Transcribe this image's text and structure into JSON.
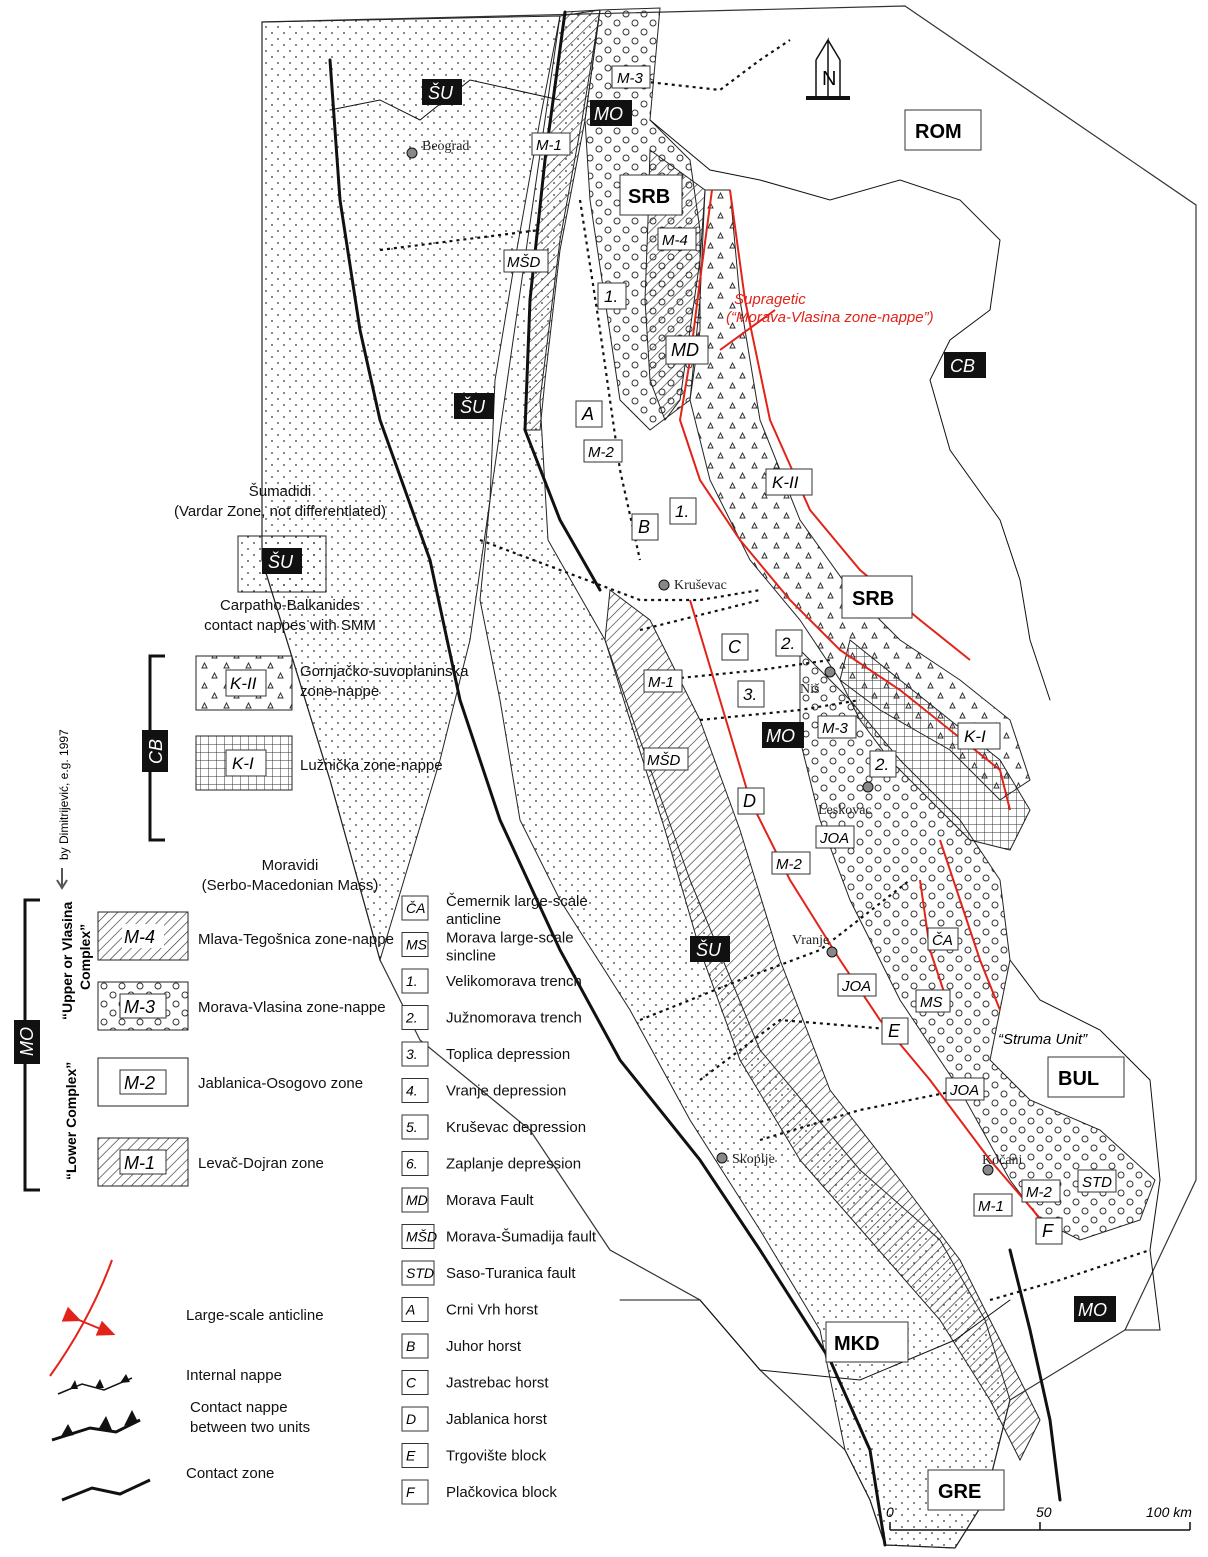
{
  "countries": {
    "rom": "ROM",
    "srb1": "SRB",
    "srb2": "SRB",
    "bul": "BUL",
    "mkd": "MKD",
    "gre": "GRE"
  },
  "north": "N",
  "units": {
    "su1": "ŠU",
    "su2": "ŠU",
    "su3": "ŠU",
    "mo1": "MO",
    "mo2": "MO",
    "mo3": "MO",
    "cb": "CB",
    "m3a": "M-3",
    "m3b": "M-3",
    "m1a": "M-1",
    "m1b": "M-1",
    "m1c": "M-1",
    "m4": "M-4",
    "m2a": "M-2",
    "m2b": "M-2",
    "m2c": "M-2",
    "msd1": "MŠD",
    "msd2": "MŠD",
    "md": "MD",
    "t1a": "1.",
    "t1b": "1.",
    "t2a": "2.",
    "t2b": "2.",
    "t3": "3.",
    "a": "A",
    "b": "B",
    "c": "C",
    "d": "D",
    "e": "E",
    "f": "F",
    "ki": "K-I",
    "kii": "K-II",
    "joa1": "JOA",
    "joa2": "JOA",
    "joa3": "JOA",
    "ca": "ČA",
    "ms": "MS",
    "std": "STD"
  },
  "cities": {
    "beograd": "Beograd",
    "krusevac": "Kruševac",
    "nis": "Niš",
    "leskovac": "Leskovac",
    "vranje": "Vranje",
    "skoplje": "Skoplje",
    "kocani": "Kočani"
  },
  "annotations": {
    "supragetic_1": "Supragetic",
    "supragetic_2": "(“Morava-Vlasina zone-nappe”)",
    "struma": "“Struma Unit”"
  },
  "scale": {
    "s0": "0",
    "s50": "50",
    "s100": "100 km"
  },
  "legend": {
    "sumadidi_title_1": "Šumadidi",
    "sumadidi_title_2": "(Vardar Zone, not differentiated)",
    "su_box": "ŠU",
    "cb_title_1": "Carpatho-Balkanides",
    "cb_title_2": "contact nappes with SMM",
    "cb_side": "CB",
    "kii_box": "K-II",
    "kii_1": "Gornjačko-suvoplaninska",
    "kii_2": "zone-nappe",
    "ki_box": "K-I",
    "ki_text": "Lužnička zone-nappe",
    "author": "by Dimitrijević, e.g. 1997",
    "mor_title_1": "Moravidi",
    "mor_title_2": "(Serbo-Macedonian Mass)",
    "mo_side": "MO",
    "upper_1": "“Upper or Vlasina",
    "upper_2": "Complex”",
    "lower": "“Lower Complex”",
    "m4_box": "M-4",
    "m4_text": "Mlava-Tegošnica zone-nappe",
    "m3_box": "M-3",
    "m3_text": "Morava-Vlasina zone-nappe",
    "m2_box": "M-2",
    "m2_text": "Jablanica-Osogovo zone",
    "m1_box": "M-1",
    "m1_text": "Levač-Dojran zone",
    "anticline": "Large-scale anticline",
    "internal": "Internal nappe",
    "contact_nappe_1": "Contact nappe",
    "contact_nappe_2": "between two units",
    "contact_zone": "Contact zone",
    "abbr": [
      {
        "code": "ČA",
        "text": "Čemernik large-scale",
        "text2": "anticline"
      },
      {
        "code": "MS",
        "text": "Morava large-scale",
        "text2": "sincline"
      },
      {
        "code": "1.",
        "text": "Velikomorava trench"
      },
      {
        "code": "2.",
        "text": "Južnomorava trench"
      },
      {
        "code": "3.",
        "text": "Toplica depression"
      },
      {
        "code": "4.",
        "text": "Vranje depression"
      },
      {
        "code": "5.",
        "text": "Kruševac depression"
      },
      {
        "code": "6.",
        "text": "Zaplanje depression"
      },
      {
        "code": "MD",
        "text": "Morava Fault"
      },
      {
        "code": "MŠD",
        "text": "Morava-Šumadija fault"
      },
      {
        "code": "STD",
        "text": "Saso-Turanica fault"
      },
      {
        "code": "A",
        "text": "Crni Vrh horst"
      },
      {
        "code": "B",
        "text": "Juhor horst"
      },
      {
        "code": "C",
        "text": "Jastrebac horst"
      },
      {
        "code": "D",
        "text": "Jablanica horst"
      },
      {
        "code": "E",
        "text": "Trgovište block"
      },
      {
        "code": "F",
        "text": "Plačkovica block"
      }
    ]
  }
}
